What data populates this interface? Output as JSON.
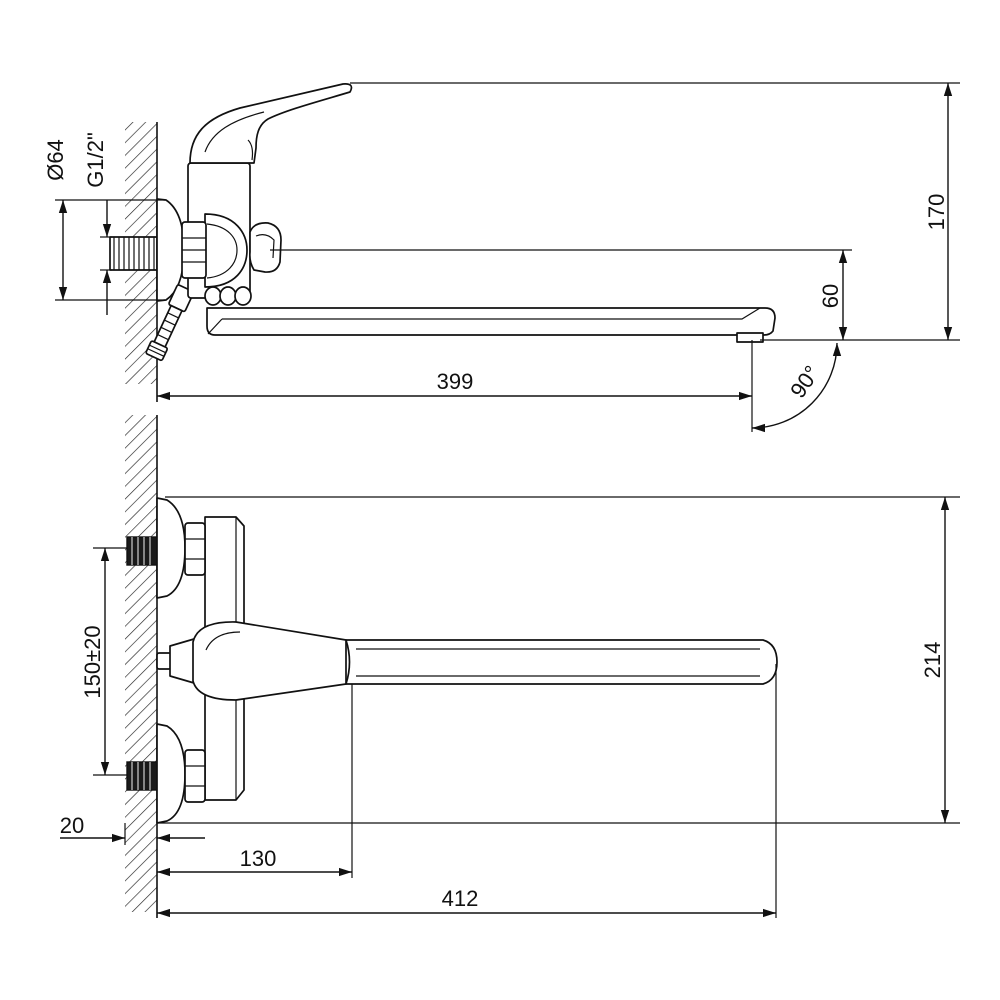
{
  "top_view": {
    "dim_diameter": "Ø64",
    "dim_thread": "G1/2\"",
    "dim_height": "170",
    "dim_spout_height": "60",
    "dim_spout_length": "399",
    "dim_angle": "90°"
  },
  "front_view": {
    "dim_height": "214",
    "dim_center_distance": "150±20",
    "dim_wall_offset": "20",
    "dim_handle_length": "130",
    "dim_total_length": "412"
  }
}
